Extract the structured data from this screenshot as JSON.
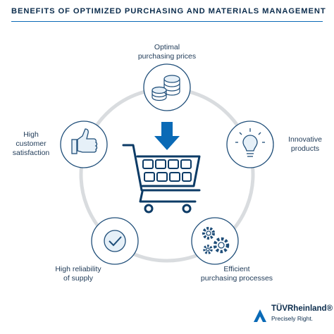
{
  "title": "BENEFITS OF OPTIMIZED PURCHASING AND MATERIALS MANAGEMENT",
  "benefits": {
    "top": {
      "line1": "Optimal",
      "line2": "purchasing prices",
      "icon": "coins-icon"
    },
    "right": {
      "line1": "Innovative",
      "line2": "products",
      "icon": "lightbulb-icon"
    },
    "bottom_right": {
      "line1": "Efficient",
      "line2": "purchasing processes",
      "icon": "gears-icon"
    },
    "bottom_left": {
      "line1": "High reliability",
      "line2": "of supply",
      "icon": "checkmark-icon"
    },
    "left": {
      "line1": "High",
      "line2": "customer",
      "line3": "satisfaction",
      "icon": "thumbs-up-icon"
    }
  },
  "center": {
    "icon": "shopping-cart-icon",
    "arrow": "down-arrow-icon"
  },
  "logo": {
    "name": "TÜVRheinland®",
    "tagline": "Precisely Right."
  },
  "colors": {
    "accent": "#0a6ab6",
    "navy": "#0c2d4d",
    "ring": "#d9dcdf",
    "icon_stroke": "#1f4e79"
  }
}
